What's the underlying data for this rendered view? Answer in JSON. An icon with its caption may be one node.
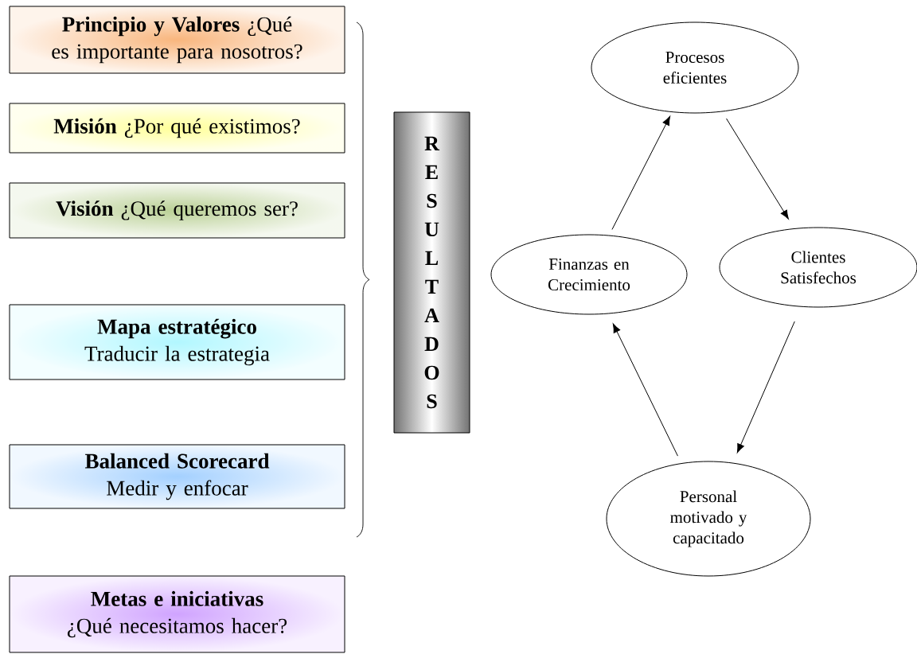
{
  "diagram": {
    "nodes": [
      {
        "text": [
          "**Principio y Valores** ¿Qué es importante para nosotros?"
        ]
      },
      {
        "text": [
          "**Misión** ¿Por qué existimos?"
        ]
      },
      {
        "text": [
          "**Visión** ¿Qué queremos ser?"
        ]
      },
      {
        "text": [
          "**Mapa estratégico** Traducir la estrategia"
        ]
      },
      {
        "text": [
          "**Balanced Scorecard** Medir y enfocar"
        ]
      },
      {
        "text": [
          "**Metas e iniciativas** ¿Qué necesitamos hacer?"
        ]
      },
      {
        "text": [
          "RESULTADOS"
        ]
      },
      {
        "text": [
          "Procesos eficientes"
        ]
      },
      {
        "text": [
          "Finanzas en Crecimiento"
        ]
      },
      {
        "text": [
          "Clientes Satisfechos"
        ]
      },
      {
        "text": [
          "Personal motivado y capacitado"
        ]
      }
    ],
    "edges": [
      {
        "from": 8,
        "to": 7,
        "arrow": "to"
      },
      {
        "from": 7,
        "to": 9,
        "arrow": "to"
      },
      {
        "from": 9,
        "to": 10,
        "arrow": "to"
      },
      {
        "from": 10,
        "to": 8,
        "arrow": "to"
      }
    ]
  }
}
